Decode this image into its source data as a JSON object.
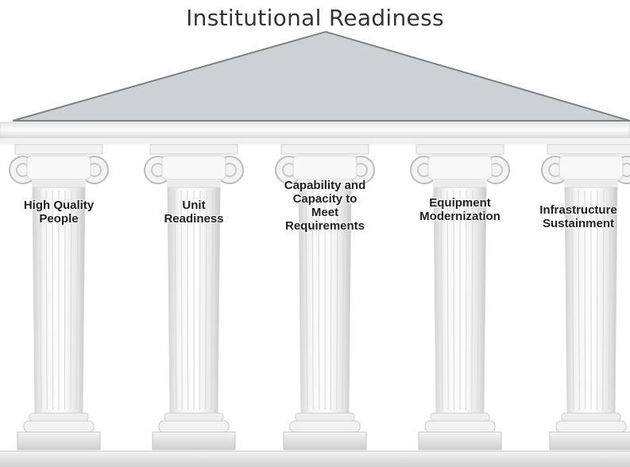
{
  "diagram": {
    "title": "Institutional Readiness",
    "pillars": [
      {
        "line1": "High Quality",
        "line2": "People",
        "line3": "",
        "line4": ""
      },
      {
        "line1": "Unit",
        "line2": "Readiness",
        "line3": "",
        "line4": ""
      },
      {
        "line1": "Capability and",
        "line2": "Capacity to",
        "line3": "Meet",
        "line4": "Requirements"
      },
      {
        "line1": "Equipment",
        "line2": "Modernization",
        "line3": "",
        "line4": ""
      },
      {
        "line1": "Infrastructure",
        "line2": "Sustainment",
        "line3": "",
        "line4": ""
      }
    ]
  },
  "colors": {
    "roof_fill": "#cdd0d4",
    "roof_stroke": "#7f8388",
    "column_light": "#f7f7f7",
    "column_shade": "#c9c9c9"
  }
}
